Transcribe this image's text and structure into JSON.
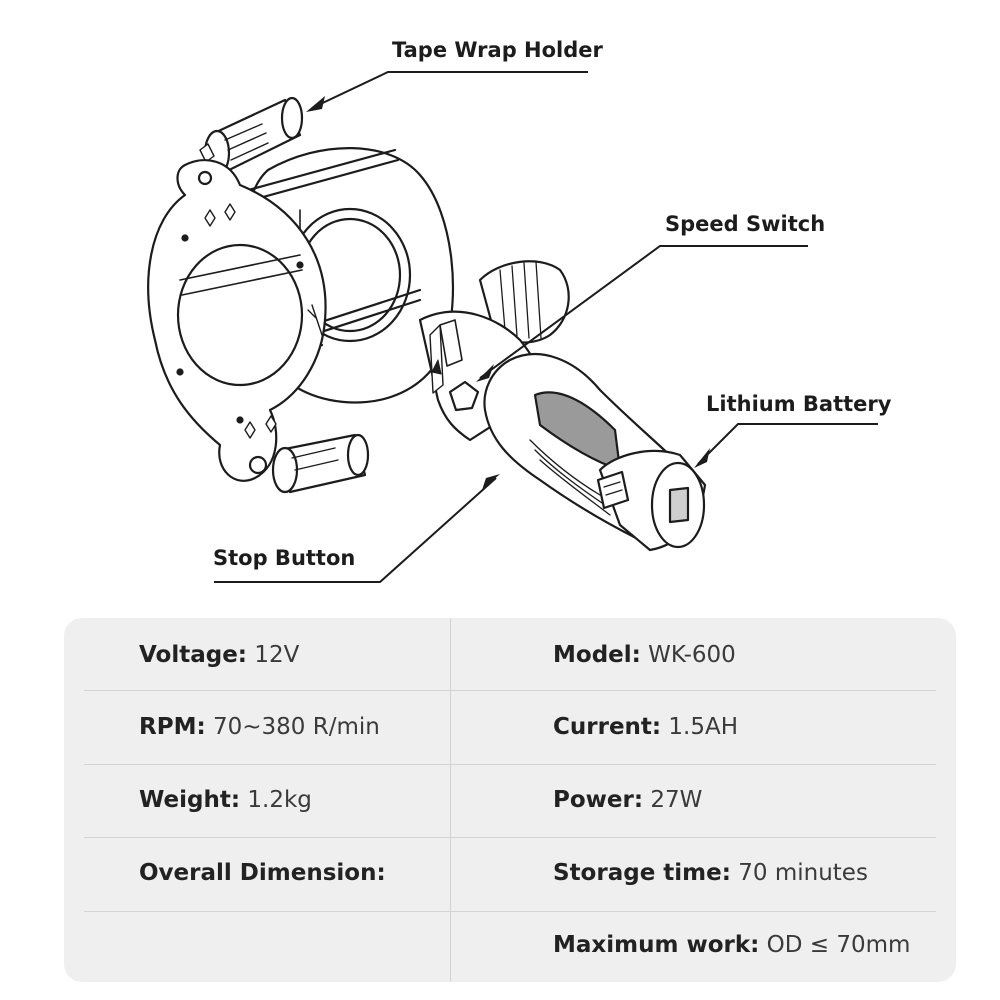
{
  "callouts": {
    "tape_wrap_holder": "Tape Wrap Holder",
    "speed_switch": "Speed Switch",
    "lithium_battery": "Lithium Battery",
    "stop_button": "Stop Button"
  },
  "specs": {
    "rows": [
      {
        "left": {
          "key": "Voltage:",
          "value": "12V"
        },
        "right": {
          "key": "Model:",
          "value": "WK-600"
        }
      },
      {
        "left": {
          "key": "RPM:",
          "value": "70~380 R/min"
        },
        "right": {
          "key": "Current:",
          "value": "1.5AH"
        }
      },
      {
        "left": {
          "key": "Weight:",
          "value": "1.2kg"
        },
        "right": {
          "key": "Power:",
          "value": "27W"
        }
      },
      {
        "left": {
          "key": "Overall Dimension:",
          "value": ""
        },
        "right": {
          "key": "Storage time:",
          "value": "70 minutes"
        }
      },
      {
        "left": {
          "key": "",
          "value": ""
        },
        "right": {
          "key": "Maximum work:",
          "value": "OD ≤ 70mm"
        }
      }
    ]
  },
  "colors": {
    "panel_bg": "#efefef",
    "line": "#1c1c1c",
    "divider": "#d4d4d4"
  },
  "icons": [
    "battery-icon",
    "warning-label-icon"
  ]
}
